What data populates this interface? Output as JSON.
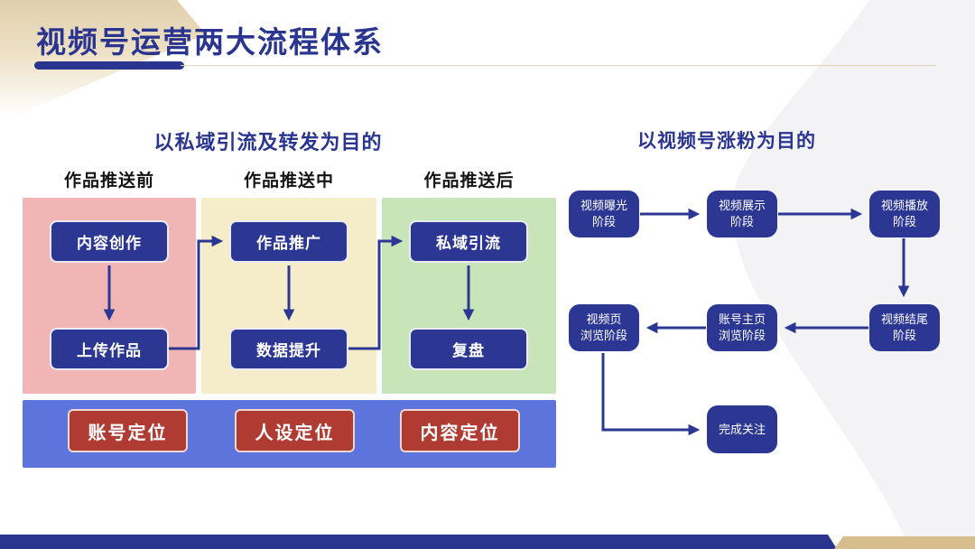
{
  "slide": {
    "title": "视频号运营两大流程体系"
  },
  "left_system": {
    "heading": "以私域引流及转发为目的",
    "columns": [
      {
        "header": "作品推送前",
        "top_box": "内容创作",
        "bottom_box": "上传作品"
      },
      {
        "header": "作品推送中",
        "top_box": "作品推广",
        "bottom_box": "数据提升"
      },
      {
        "header": "作品推送后",
        "top_box": "私域引流",
        "bottom_box": "复盘"
      }
    ],
    "foundation_items": [
      {
        "label": "账号定位"
      },
      {
        "label": "人设定位"
      },
      {
        "label": "内容定位"
      }
    ]
  },
  "right_system": {
    "heading": "以视频号涨粉为目的",
    "stages": [
      {
        "lines": [
          "视频曝光",
          "阶段"
        ]
      },
      {
        "lines": [
          "视频展示",
          "阶段"
        ]
      },
      {
        "lines": [
          "视频播放",
          "阶段"
        ]
      },
      {
        "lines": [
          "视频结尾",
          "阶段"
        ]
      },
      {
        "lines": [
          "账号主页",
          "浏览阶段"
        ]
      },
      {
        "lines": [
          "视频页",
          "浏览阶段"
        ]
      },
      {
        "lines": [
          "完成关注"
        ]
      }
    ]
  },
  "colors": {
    "navy": "#2B3792",
    "title_navy": "#2A3590",
    "periwinkle_bar": "#5C74DC",
    "brick_red": "#B03B33",
    "pink": "#F2B5B5",
    "cream": "#F5EDC9",
    "green": "#C8E5BA",
    "gold": "#D8BE8E",
    "beige_corner": "#E0CFAC",
    "thin_line": "#E3D3B4",
    "swoosh_gray": "#F3F3F6"
  }
}
